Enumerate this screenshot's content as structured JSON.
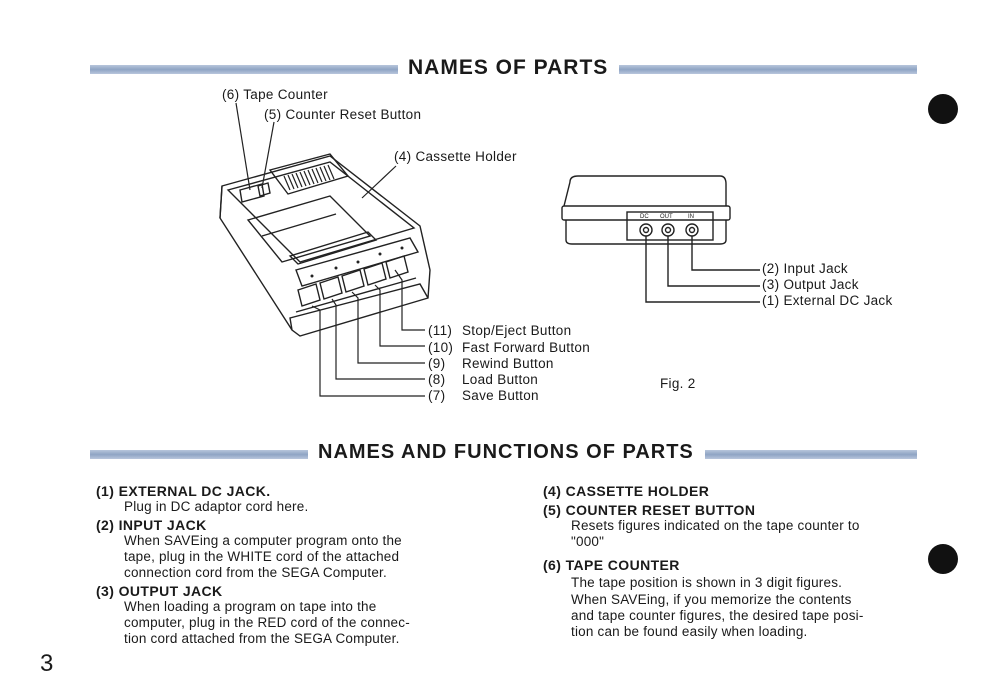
{
  "headings": {
    "names_of_parts": "NAMES OF PARTS",
    "names_and_functions": "NAMES AND FUNCTIONS OF PARTS"
  },
  "fig1_labels": {
    "tape_counter": "(6) Tape Counter",
    "counter_reset": "(5) Counter Reset Button",
    "cassette_holder": "(4) Cassette Holder",
    "stop_eject": {
      "num": "(11)",
      "name": "Stop/Eject Button"
    },
    "fast_forward": {
      "num": "(10)",
      "name": "Fast Forward Button"
    },
    "rewind": {
      "num": "(9)",
      "name": "Rewind Button"
    },
    "load": {
      "num": "(8)",
      "name": "Load Button"
    },
    "save": {
      "num": "(7)",
      "name": "Save Button"
    }
  },
  "fig2_labels": {
    "input_jack": "(2) Input Jack",
    "output_jack": "(3) Output Jack",
    "external_dc": "(1) External DC Jack",
    "jack_dc": "DC",
    "jack_out": "OUT",
    "jack_in": "IN",
    "caption": "Fig. 2"
  },
  "sections_left": [
    {
      "title": "(1) EXTERNAL DC JACK.",
      "body": [
        "Plug in DC adaptor cord here."
      ]
    },
    {
      "title": "(2) INPUT JACK",
      "body": [
        "When SAVEing a computer program onto the",
        "tape, plug in the WHITE cord of the attached",
        "connection cord from the SEGA Computer."
      ]
    },
    {
      "title": "(3) OUTPUT JACK",
      "body": [
        "When loading a program on tape into the",
        "computer, plug in the RED cord of the connec-",
        "tion cord attached from the SEGA Computer."
      ]
    }
  ],
  "sections_right": [
    {
      "title": "(4) CASSETTE HOLDER",
      "body": []
    },
    {
      "title": "(5) COUNTER RESET BUTTON",
      "body": [
        "Resets figures indicated on the tape counter to",
        "\"000\""
      ]
    },
    {
      "title": "(6) TAPE COUNTER",
      "body": [
        "The tape position is shown in 3 digit figures."
      ]
    },
    {
      "title": "",
      "body": [
        "When SAVEing, if you memorize the contents",
        "and tape counter figures, the desired tape posi-",
        "tion can be found easily when loading."
      ]
    }
  ],
  "page_number": "3"
}
